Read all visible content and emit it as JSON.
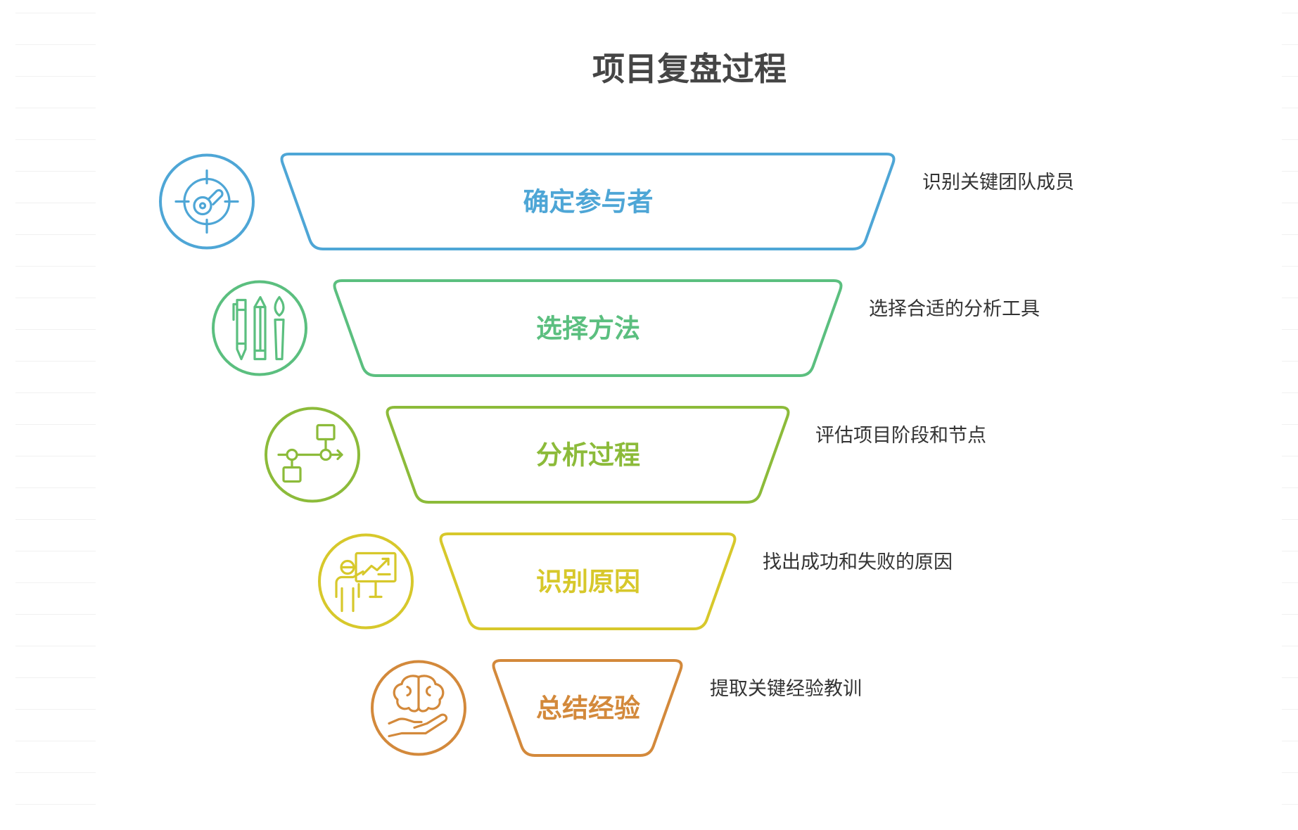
{
  "title": "项目复盘过程",
  "stages": [
    {
      "label": "确定参与者",
      "description": "识别关键团队成员",
      "color": "#4ea6d6",
      "icon": "target-dial-icon"
    },
    {
      "label": "选择方法",
      "description": "选择合适的分析工具",
      "color": "#5bbf7f",
      "icon": "pen-pencil-brush-icon"
    },
    {
      "label": "分析过程",
      "description": "评估项目阶段和节点",
      "color": "#8cbb3a",
      "icon": "flowchart-icon"
    },
    {
      "label": "识别原因",
      "description": "找出成功和失败的原因",
      "color": "#d7c82b",
      "icon": "presenter-chart-icon"
    },
    {
      "label": "总结经验",
      "description": "提取关键经验教训",
      "color": "#d3893b",
      "icon": "brain-in-hand-icon"
    }
  ]
}
